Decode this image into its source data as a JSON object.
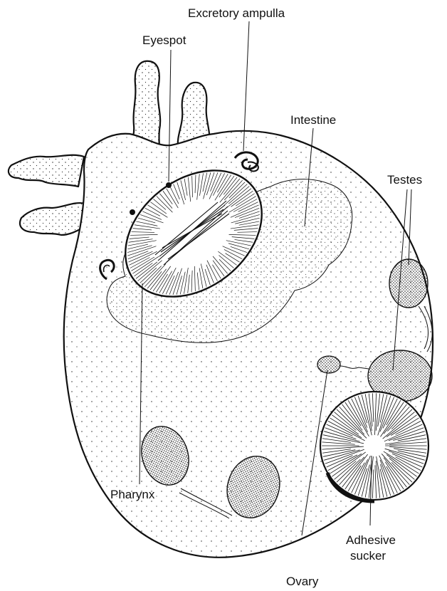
{
  "labels": {
    "excretory_ampulla": "Excretory ampulla",
    "eyespot": "Eyespot",
    "intestine": "Intestine",
    "testes": "Testes",
    "pharynx": "Pharynx",
    "adhesive": "Adhesive",
    "sucker": "sucker",
    "ovary": "Ovary"
  },
  "colors": {
    "ink": "#111111",
    "paper": "#ffffff"
  }
}
